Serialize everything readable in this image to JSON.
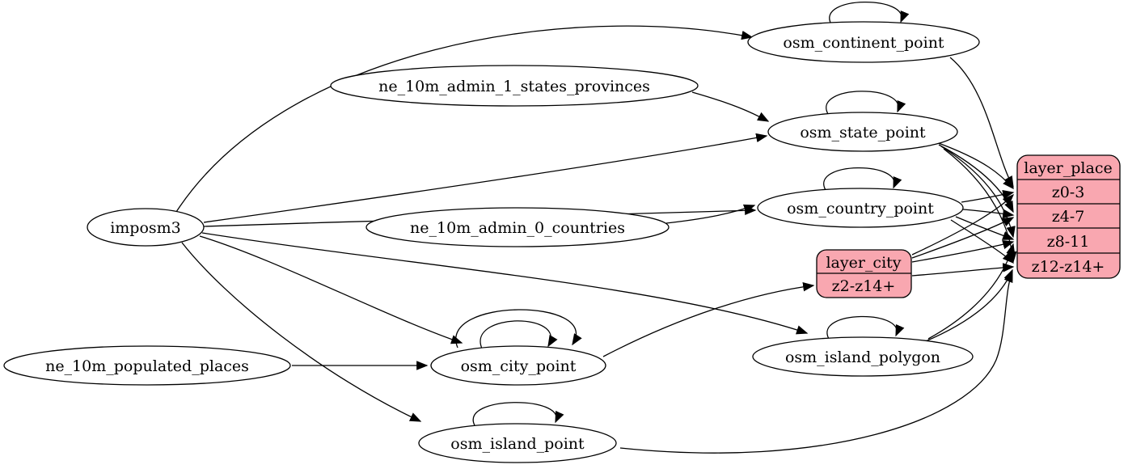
{
  "diagram": {
    "kind": "etl-dataflow-graph",
    "colors": {
      "record_fill": "#F9A7B0",
      "node_fill": "#FFFFFF",
      "stroke": "#000000",
      "background": "#FFFFFF"
    },
    "nodes": {
      "imposm3": {
        "label": "imposm3",
        "shape": "ellipse"
      },
      "ne_10m_admin_1_states_provinces": {
        "label": "ne_10m_admin_1_states_provinces",
        "shape": "ellipse"
      },
      "ne_10m_admin_0_countries": {
        "label": "ne_10m_admin_0_countries",
        "shape": "ellipse"
      },
      "ne_10m_populated_places": {
        "label": "ne_10m_populated_places",
        "shape": "ellipse"
      },
      "osm_continent_point": {
        "label": "osm_continent_point",
        "shape": "ellipse",
        "self_loops": 1
      },
      "osm_state_point": {
        "label": "osm_state_point",
        "shape": "ellipse",
        "self_loops": 1
      },
      "osm_country_point": {
        "label": "osm_country_point",
        "shape": "ellipse",
        "self_loops": 1
      },
      "osm_city_point": {
        "label": "osm_city_point",
        "shape": "ellipse",
        "self_loops": 2
      },
      "osm_island_polygon": {
        "label": "osm_island_polygon",
        "shape": "ellipse",
        "self_loops": 1
      },
      "osm_island_point": {
        "label": "osm_island_point",
        "shape": "ellipse",
        "self_loops": 1
      },
      "layer_city": {
        "title": "layer_city",
        "rows": [
          "z2-z14+"
        ],
        "shape": "record"
      },
      "layer_place": {
        "title": "layer_place",
        "rows": [
          "z0-3",
          "z4-7",
          "z8-11",
          "z12-z14+"
        ],
        "shape": "record"
      }
    },
    "edges": [
      {
        "from": "imposm3",
        "to": "osm_continent_point"
      },
      {
        "from": "imposm3",
        "to": "osm_state_point"
      },
      {
        "from": "imposm3",
        "to": "osm_country_point"
      },
      {
        "from": "imposm3",
        "to": "osm_city_point"
      },
      {
        "from": "imposm3",
        "to": "osm_island_polygon"
      },
      {
        "from": "imposm3",
        "to": "osm_island_point"
      },
      {
        "from": "ne_10m_admin_1_states_provinces",
        "to": "osm_state_point"
      },
      {
        "from": "ne_10m_admin_0_countries",
        "to": "osm_country_point"
      },
      {
        "from": "ne_10m_populated_places",
        "to": "osm_city_point"
      },
      {
        "from": "osm_continent_point",
        "to": "osm_continent_point"
      },
      {
        "from": "osm_state_point",
        "to": "osm_state_point"
      },
      {
        "from": "osm_country_point",
        "to": "osm_country_point"
      },
      {
        "from": "osm_city_point",
        "to": "osm_city_point"
      },
      {
        "from": "osm_city_point",
        "to": "osm_city_point"
      },
      {
        "from": "osm_island_polygon",
        "to": "osm_island_polygon"
      },
      {
        "from": "osm_island_point",
        "to": "osm_island_point"
      },
      {
        "from": "osm_city_point",
        "to": "layer_city:z2-z14+"
      },
      {
        "from": "osm_continent_point",
        "to": "layer_place:z0-3"
      },
      {
        "from": "osm_state_point",
        "to": "layer_place:z0-3"
      },
      {
        "from": "osm_state_point",
        "to": "layer_place:z4-7"
      },
      {
        "from": "osm_state_point",
        "to": "layer_place:z8-11"
      },
      {
        "from": "osm_state_point",
        "to": "layer_place:z12-z14+"
      },
      {
        "from": "osm_country_point",
        "to": "layer_place:z0-3"
      },
      {
        "from": "osm_country_point",
        "to": "layer_place:z4-7"
      },
      {
        "from": "osm_country_point",
        "to": "layer_place:z8-11"
      },
      {
        "from": "osm_country_point",
        "to": "layer_place:z12-z14+"
      },
      {
        "from": "layer_city",
        "to": "layer_place:z0-3"
      },
      {
        "from": "layer_city",
        "to": "layer_place:z4-7"
      },
      {
        "from": "layer_city",
        "to": "layer_place:z8-11"
      },
      {
        "from": "layer_city",
        "to": "layer_place:z12-z14+"
      },
      {
        "from": "osm_island_polygon",
        "to": "layer_place:z8-11"
      },
      {
        "from": "osm_island_polygon",
        "to": "layer_place:z12-z14+"
      },
      {
        "from": "osm_island_point",
        "to": "layer_place:z12-z14+"
      }
    ]
  }
}
